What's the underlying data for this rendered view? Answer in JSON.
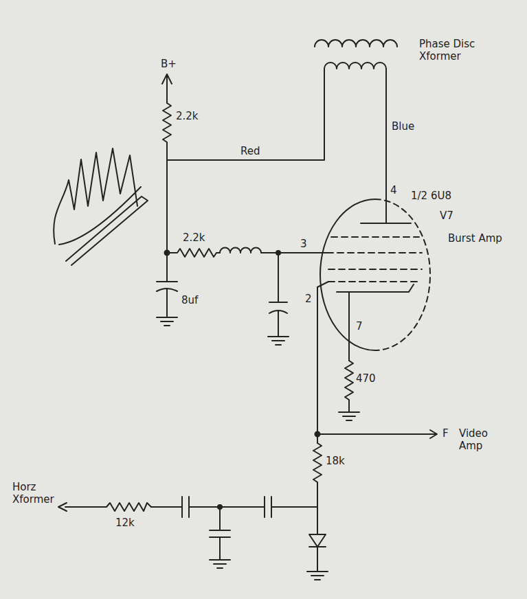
{
  "diagram": {
    "labels": [
      "B+",
      "Phase Disc Xformer",
      "2.2k",
      "Red",
      "Blue",
      "4",
      "1/2 6U8",
      "V7",
      "Burst Amp",
      "2.2k",
      "3",
      "8uf",
      "2",
      "7",
      "470",
      "F",
      "Video Amp",
      "18k",
      "Horz Xformer",
      "12k"
    ]
  }
}
